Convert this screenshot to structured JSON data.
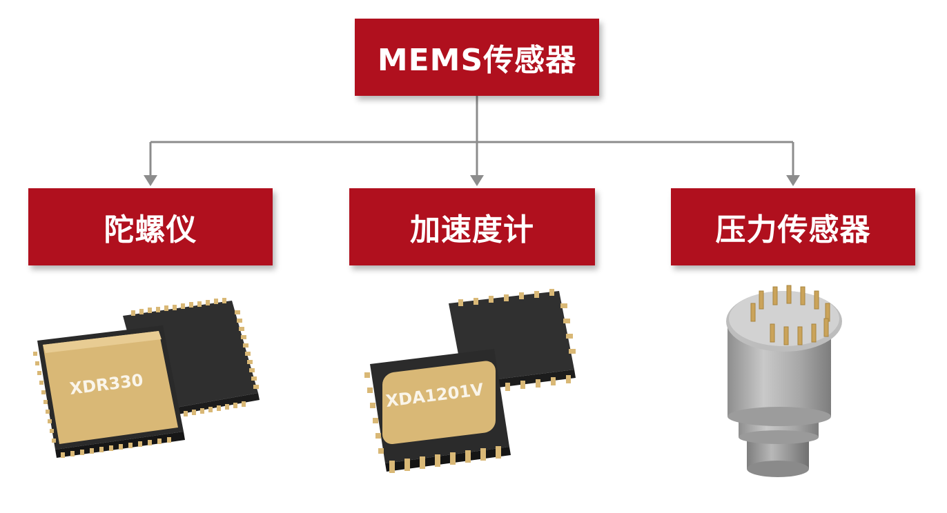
{
  "diagram": {
    "root": {
      "label": "MEMS传感器"
    },
    "children": [
      {
        "label": "陀螺仪",
        "device_marking": "XDR330"
      },
      {
        "label": "加速度计",
        "device_marking": "XDA1201V"
      },
      {
        "label": "压力传感器"
      }
    ]
  },
  "colors": {
    "box_fill": "#b0101e",
    "box_text": "#ffffff",
    "connector": "#8c8c8c",
    "chip_gold": "#d9b876",
    "chip_body": "#3a3a3a",
    "pressure_body": "#a8a8a8"
  }
}
